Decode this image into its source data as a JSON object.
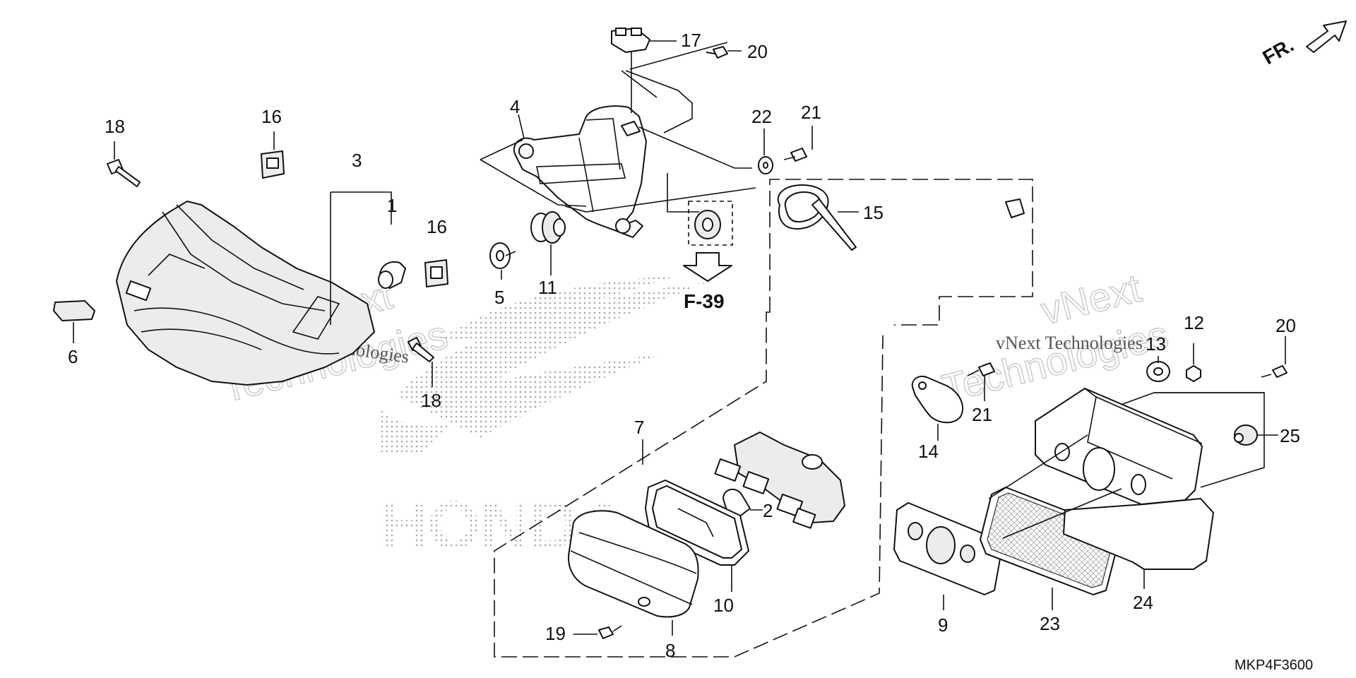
{
  "diagram": {
    "orientation_label": "FR.",
    "drawing_code": "MKP4F3600",
    "reference": "F-39",
    "watermark": {
      "big_top": "vNext",
      "big_bottom": "Technologies",
      "small": "vNext Technologies"
    },
    "logo_text": "HONDA",
    "part_labels": {
      "p1": "1",
      "p2": "2",
      "p3": "3",
      "p4": "4",
      "p5": "5",
      "p6": "6",
      "p7": "7",
      "p8": "8",
      "p9": "9",
      "p10": "10",
      "p11": "11",
      "p12": "12",
      "p13": "13",
      "p14": "14",
      "p15": "15",
      "p16a": "16",
      "p16b": "16",
      "p17": "17",
      "p18a": "18",
      "p18b": "18",
      "p19": "19",
      "p20a": "20",
      "p20b": "20",
      "p21a": "21",
      "p21b": "21",
      "p22": "22",
      "p23": "23",
      "p24": "24",
      "p25": "25"
    }
  }
}
